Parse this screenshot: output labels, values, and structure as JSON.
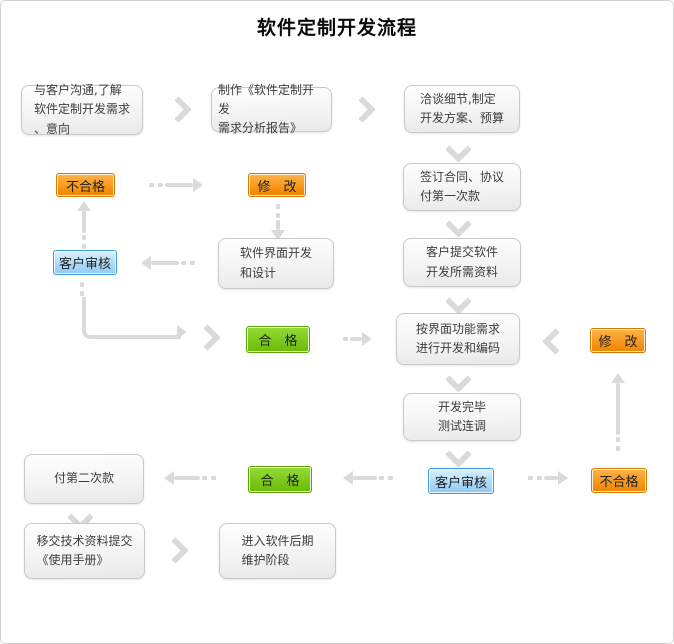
{
  "title": "软件定制开发流程",
  "boxes": {
    "communicate": "与客户沟通,了解\n软件定制开发需求\n、意向",
    "report": "制作《软件定制开发\n需求分析报告》",
    "negotiate": "洽谈细节,制定\n开发方案、预算",
    "contract": "签订合同、协议\n付第一次款",
    "ui_design": "软件界面开发\n和设计",
    "materials": "客户提交软件\n开发所需资料",
    "coding": "按界面功能需求\n进行开发和编码",
    "testing": "开发完毕\n测试连调",
    "second_payment": "付第二次款",
    "handover": "移交技术资料提交\n《使用手册》",
    "maintenance": "进入软件后期\n维护阶段"
  },
  "badges": {
    "fail": "不合格",
    "modify": "修　改",
    "pass": "合　格",
    "review": "客户审核"
  },
  "colors": {
    "orange": "#F08200",
    "green": "#7CC91C",
    "blue": "#8FCBF3",
    "box_border": "#C9C9C9",
    "arrow_gray": "#DADADA",
    "title": "#0A0A0A"
  }
}
